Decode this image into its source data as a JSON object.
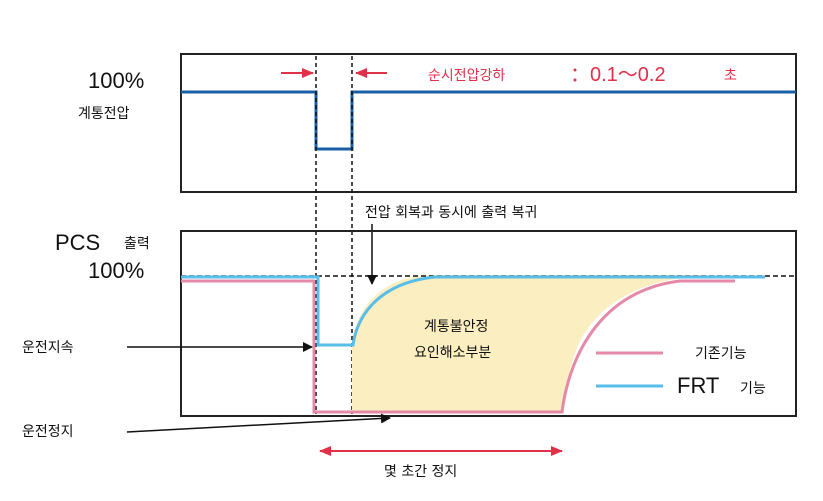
{
  "top_panel": {
    "level_label": "100%",
    "signal_label": "계통전압",
    "dip_label": "순시전압강하",
    "duration_label": "：0.1～0.2",
    "duration_unit": "초"
  },
  "annotations": {
    "recovery_note": "전압 회복과 동시에 출력 복귀",
    "continue_operation": "운전지속",
    "stop_operation": "운전정지",
    "unstable_region": [
      "계통불안정",
      "요인해소부분"
    ],
    "stop_duration": "몇 초간 정지"
  },
  "bottom_panel": {
    "title_main": "PCS",
    "title_sub": "출력",
    "level_label": "100%"
  },
  "legend": {
    "items": [
      {
        "label": "기존기능",
        "color": "#e48aa8"
      },
      {
        "label": "FRT",
        "sub": "기능",
        "color": "#57bde9"
      }
    ]
  },
  "colors": {
    "voltage_line": "#1a5fa6",
    "arrow_red": "#e0304a",
    "region_fill": "#fbeec0",
    "existing_line": "#e48aa8",
    "frt_line": "#57bde9"
  }
}
